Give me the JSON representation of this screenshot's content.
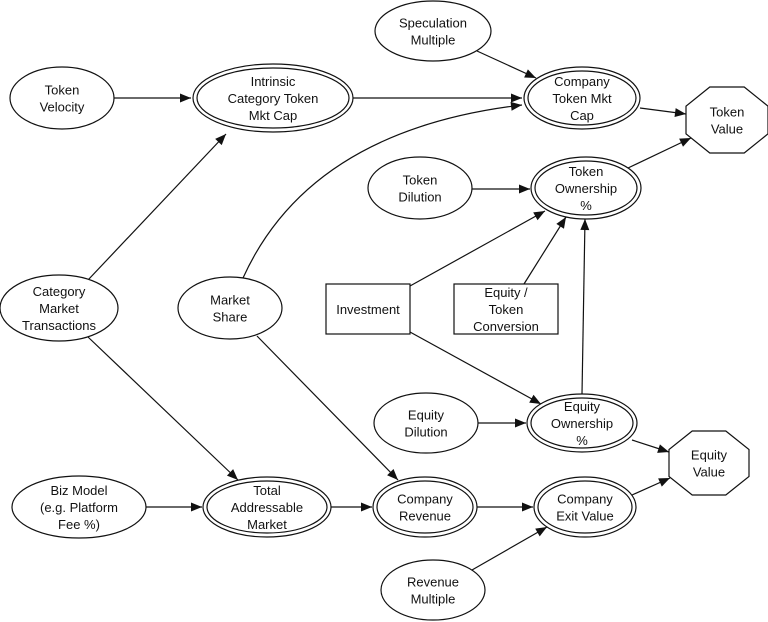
{
  "diagram": {
    "title": "",
    "nodes": [
      {
        "id": "token_velocity",
        "shape": "ellipse",
        "lines": [
          "Token",
          "Velocity"
        ]
      },
      {
        "id": "intrinsic_cap",
        "shape": "doubleellipse",
        "lines": [
          "Intrinsic",
          "Category Token",
          "Mkt Cap"
        ]
      },
      {
        "id": "speculation",
        "shape": "ellipse",
        "lines": [
          "Speculation",
          "Multiple"
        ]
      },
      {
        "id": "company_token_cap",
        "shape": "doubleellipse",
        "lines": [
          "Company",
          "Token Mkt",
          "Cap"
        ]
      },
      {
        "id": "token_value",
        "shape": "octagon",
        "lines": [
          "Token",
          "Value"
        ]
      },
      {
        "id": "token_dilution",
        "shape": "ellipse",
        "lines": [
          "Token",
          "Dilution"
        ]
      },
      {
        "id": "token_ownership",
        "shape": "doubleellipse",
        "lines": [
          "Token",
          "Ownership",
          "%"
        ]
      },
      {
        "id": "category_tx",
        "shape": "ellipse",
        "lines": [
          "Category",
          "Market",
          "Transactions"
        ]
      },
      {
        "id": "market_share",
        "shape": "ellipse",
        "lines": [
          "Market",
          "Share"
        ]
      },
      {
        "id": "investment",
        "shape": "box",
        "lines": [
          "Investment"
        ]
      },
      {
        "id": "equity_token_conv",
        "shape": "box",
        "lines": [
          "Equity /",
          "Token",
          "Conversion"
        ]
      },
      {
        "id": "equity_dilution",
        "shape": "ellipse",
        "lines": [
          "Equity",
          "Dilution"
        ]
      },
      {
        "id": "equity_ownership",
        "shape": "doubleellipse",
        "lines": [
          "Equity",
          "Ownership",
          "%"
        ]
      },
      {
        "id": "equity_value",
        "shape": "octagon",
        "lines": [
          "Equity",
          "Value"
        ]
      },
      {
        "id": "biz_model",
        "shape": "ellipse",
        "lines": [
          "Biz Model",
          "(e.g. Platform",
          "Fee %)"
        ]
      },
      {
        "id": "tam",
        "shape": "doubleellipse",
        "lines": [
          "Total",
          "Addressable",
          "Market"
        ]
      },
      {
        "id": "company_revenue",
        "shape": "doubleellipse",
        "lines": [
          "Company",
          "Revenue"
        ]
      },
      {
        "id": "company_exit",
        "shape": "doubleellipse",
        "lines": [
          "Company",
          "Exit Value"
        ]
      },
      {
        "id": "revenue_multiple",
        "shape": "ellipse",
        "lines": [
          "Revenue",
          "Multiple"
        ]
      }
    ],
    "edges": [
      {
        "from": "token_velocity",
        "to": "intrinsic_cap"
      },
      {
        "from": "intrinsic_cap",
        "to": "company_token_cap"
      },
      {
        "from": "speculation",
        "to": "company_token_cap"
      },
      {
        "from": "market_share",
        "to": "company_token_cap"
      },
      {
        "from": "company_token_cap",
        "to": "token_value"
      },
      {
        "from": "token_ownership",
        "to": "token_value"
      },
      {
        "from": "token_dilution",
        "to": "token_ownership"
      },
      {
        "from": "investment",
        "to": "token_ownership"
      },
      {
        "from": "equity_token_conv",
        "to": "token_ownership"
      },
      {
        "from": "equity_ownership",
        "to": "token_ownership"
      },
      {
        "from": "category_tx",
        "to": "intrinsic_cap"
      },
      {
        "from": "category_tx",
        "to": "tam"
      },
      {
        "from": "market_share",
        "to": "company_revenue"
      },
      {
        "from": "investment",
        "to": "equity_ownership"
      },
      {
        "from": "equity_dilution",
        "to": "equity_ownership"
      },
      {
        "from": "equity_ownership",
        "to": "equity_value"
      },
      {
        "from": "biz_model",
        "to": "tam"
      },
      {
        "from": "tam",
        "to": "company_revenue"
      },
      {
        "from": "company_revenue",
        "to": "company_exit"
      },
      {
        "from": "company_exit",
        "to": "equity_value"
      },
      {
        "from": "revenue_multiple",
        "to": "company_exit"
      }
    ]
  }
}
